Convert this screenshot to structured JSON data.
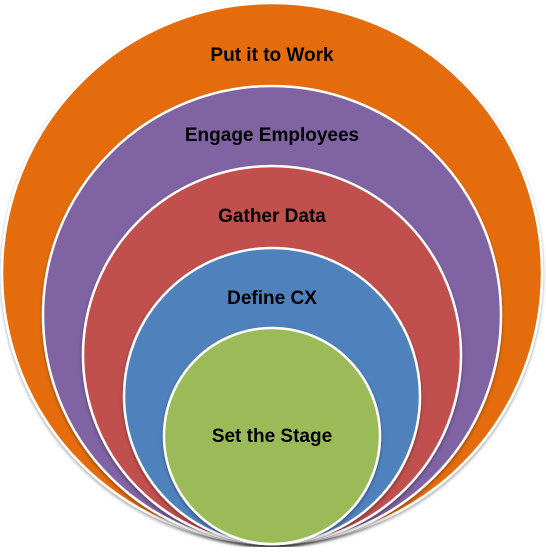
{
  "diagram": {
    "type": "nested-circles",
    "layers": [
      {
        "label": "Put it to Work",
        "color": "#E46C0A",
        "icon": "circle"
      },
      {
        "label": "Engage Employees",
        "color": "#8064A2",
        "icon": "circle"
      },
      {
        "label": "Gather Data",
        "color": "#C0504D",
        "icon": "circle"
      },
      {
        "label": "Define CX",
        "color": "#4F81BD",
        "icon": "circle"
      },
      {
        "label": "Set the Stage",
        "color": "#9BBB59",
        "icon": "circle"
      }
    ]
  }
}
